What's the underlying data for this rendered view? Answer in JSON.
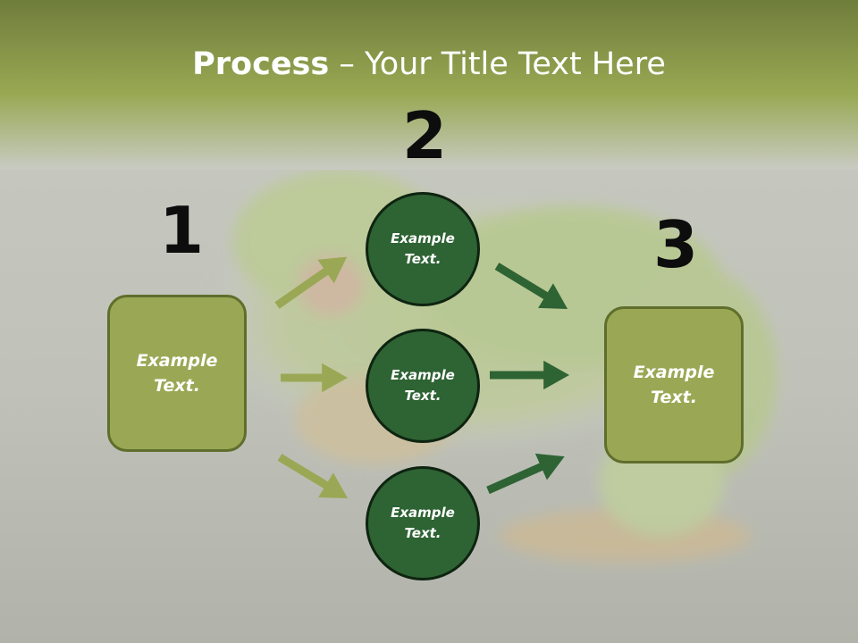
{
  "title": {
    "bold": "Process",
    "rest": " – Your Title Text Here"
  },
  "steps": [
    {
      "number": "1",
      "label_line1": "Example",
      "label_line2": "Text."
    },
    {
      "number": "2"
    },
    {
      "number": "3",
      "label_line1": "Example",
      "label_line2": "Text."
    }
  ],
  "circles": [
    {
      "line1": "Example",
      "line2": "Text."
    },
    {
      "line1": "Example",
      "line2": "Text."
    },
    {
      "line1": "Example",
      "line2": "Text."
    }
  ],
  "colors": {
    "box_fill": "#9aa855",
    "circle_fill": "#2e6333",
    "left_arrow": "#9aa855",
    "right_arrow": "#2e6333",
    "header": "#9aa855"
  }
}
